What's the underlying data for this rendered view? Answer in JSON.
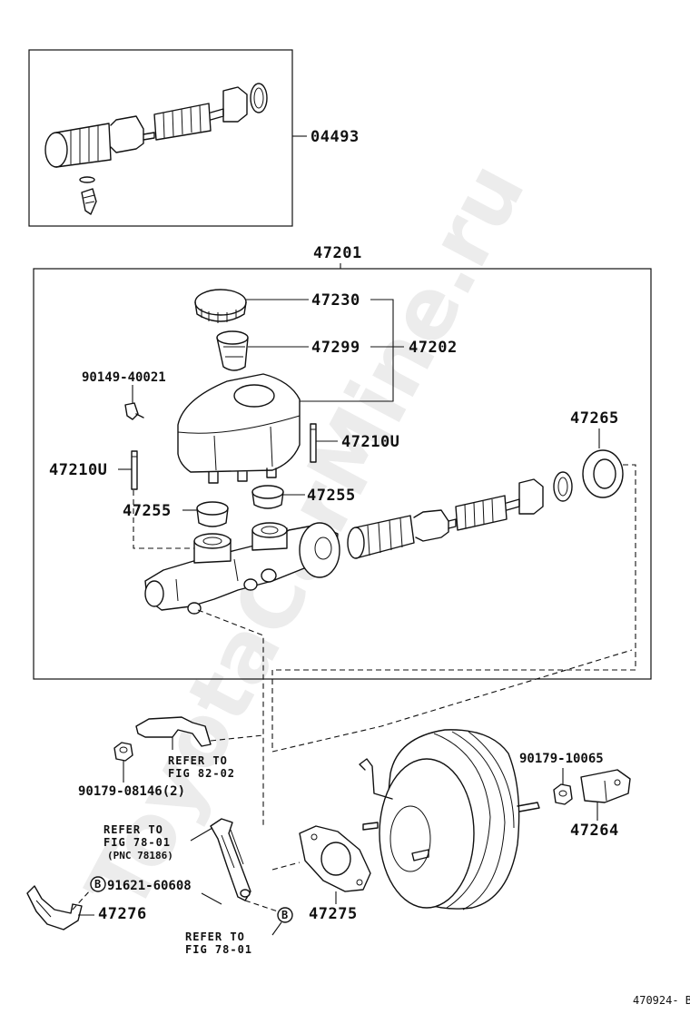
{
  "watermark": "ToyotaCarMine.ru",
  "figure_code": "470924- B",
  "parts": {
    "repair_kit": "04493",
    "master_cylinder_sub_assy": "47201",
    "cap": "47230",
    "strainer": "47299",
    "reservoir_sub_assy": "47202",
    "bolt_reservoir": "90149-40021",
    "pin_left": "47210U",
    "pin_right": "47210U",
    "grommet_left": "47255",
    "grommet_right": "47255",
    "seal_boot": "47265",
    "nut_booster": "90179-10065",
    "bracket_right": "47264",
    "nut_bracket": "90179-08146(2)",
    "gasket": "47275",
    "bracket_left": "47276",
    "bolt_clamp": "91621-60608"
  },
  "references": {
    "ref_82_02_line1": "REFER TO",
    "ref_82_02_line2": "FIG 82-02",
    "ref_78_01a_line1": "REFER TO",
    "ref_78_01a_line2": "FIG 78-01",
    "ref_78_01a_line3": "(PNC 78186)",
    "ref_78_01b_line1": "REFER TO",
    "ref_78_01b_line2": "FIG 78-01"
  },
  "markers": {
    "b_marker_left": "B",
    "b_marker_right": "B"
  }
}
